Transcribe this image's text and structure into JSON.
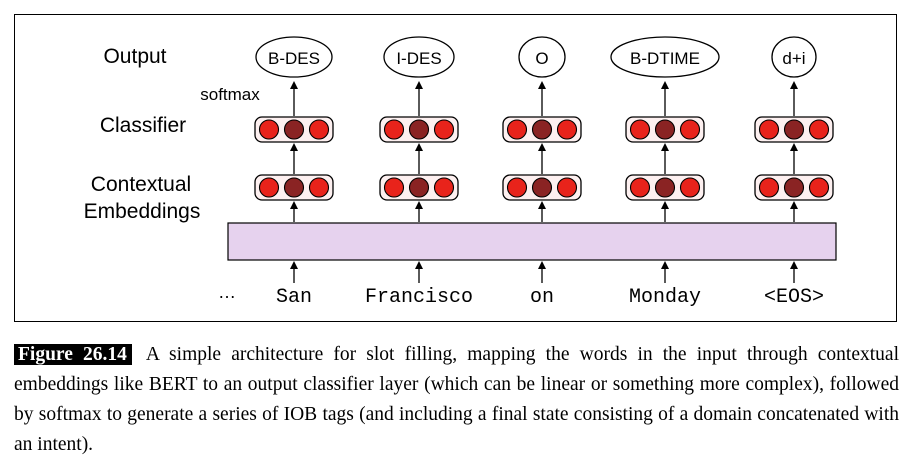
{
  "diagram": {
    "row_labels": {
      "output": "Output",
      "softmax": "softmax",
      "classifier": "Classifier",
      "contextual_line1": "Contextual",
      "contextual_line2": "Embeddings"
    },
    "ellipsis": "…",
    "columns": [
      {
        "word": "San",
        "tag": "B-DES"
      },
      {
        "word": "Francisco",
        "tag": "I-DES"
      },
      {
        "word": "on",
        "tag": "O"
      },
      {
        "word": "Monday",
        "tag": "B-DTIME"
      },
      {
        "word": "<EOS>",
        "tag": "d+i"
      }
    ],
    "colors": {
      "encoder_fill": "#e6d2ee",
      "node_red": "#e8231b",
      "node_dark": "#8a2323",
      "unit_fill": "#fdf0f0"
    }
  },
  "caption": {
    "label": "Figure 26.14",
    "text": "A simple architecture for slot filling, mapping the words in the input through contextual embeddings like BERT to an output classifier layer (which can be linear or something more complex), followed by softmax to generate a series of IOB tags (and including a final state consisting of a domain concatenated with an intent)."
  }
}
